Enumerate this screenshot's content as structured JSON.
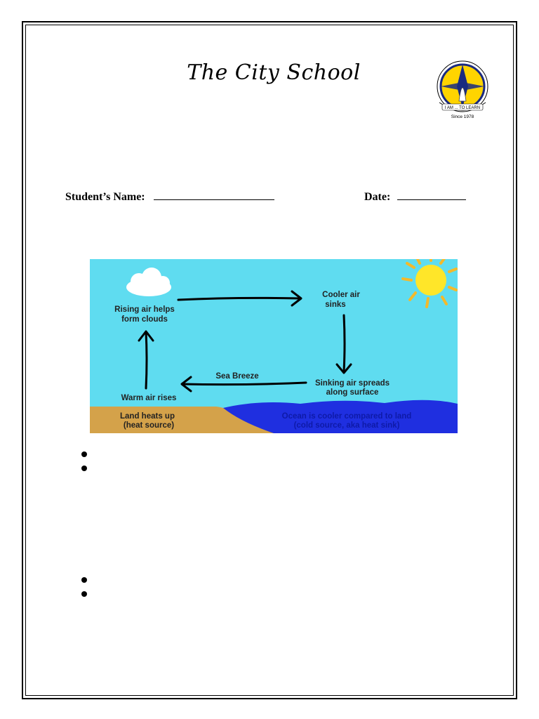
{
  "header": {
    "school_name": "The City School",
    "logo": {
      "motto": "I AM ... TO LEARN",
      "since": "Since 1978",
      "icon": "school-crest-icon"
    }
  },
  "form": {
    "student_name_label": "Student’s Name:",
    "date_label": "Date:"
  },
  "diagram": {
    "labels": {
      "rising_air_1": "Rising air helps",
      "rising_air_2": "form clouds",
      "cooler_air_1": "Cooler air",
      "cooler_air_2": "sinks",
      "sinking_air_1": "Sinking air spreads",
      "sinking_air_2": "along surface",
      "sea_breeze": "Sea Breeze",
      "warm_air": "Warm air rises",
      "land_1": "Land heats up",
      "land_2": "(heat source)",
      "ocean_1": "Ocean is cooler compared to land",
      "ocean_2": "(cold source, aka heat sink)"
    },
    "colors": {
      "sky": "#5fdcf0",
      "land": "#d4a24a",
      "ocean": "#1f2fe0",
      "sun": "#ffe629",
      "cloud": "#ffffff"
    },
    "icons": [
      "cloud-icon",
      "sun-icon"
    ]
  },
  "bullets": {
    "group1_count": 2,
    "group2_count": 2
  }
}
